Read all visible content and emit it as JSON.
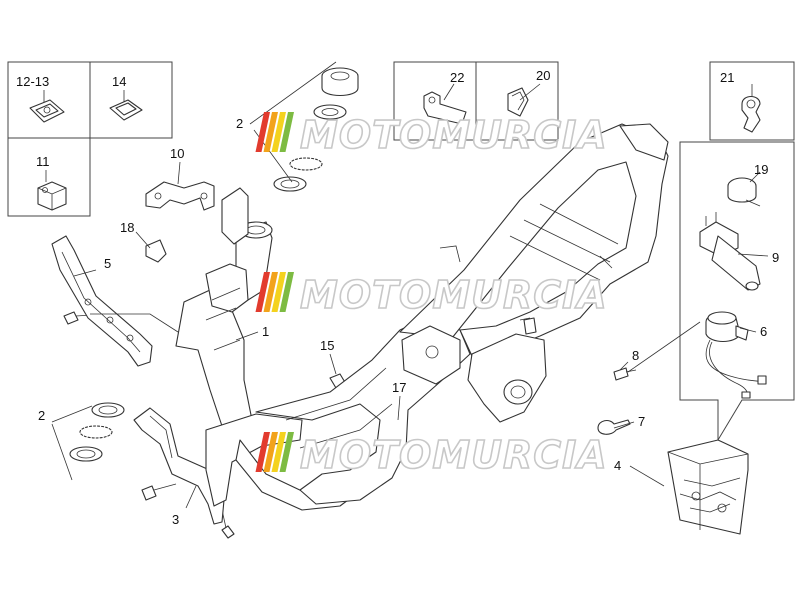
{
  "watermark": {
    "text": "MOTOMURCIA",
    "stripe_colors": [
      "#e23b2e",
      "#f2a31b",
      "#f4d21f",
      "#7dbb42"
    ]
  },
  "labels": {
    "l12_13": "12-13",
    "l14": "14",
    "l11": "11",
    "l10": "10",
    "l2a": "2",
    "l2b": "2",
    "l22": "22",
    "l20": "20",
    "l21": "21",
    "l19": "19",
    "l9": "9",
    "l6": "6",
    "l8": "8",
    "l7": "7",
    "l4": "4",
    "l18": "18",
    "l5": "5",
    "l1": "1",
    "l15": "15",
    "l17": "17",
    "l3": "3"
  }
}
